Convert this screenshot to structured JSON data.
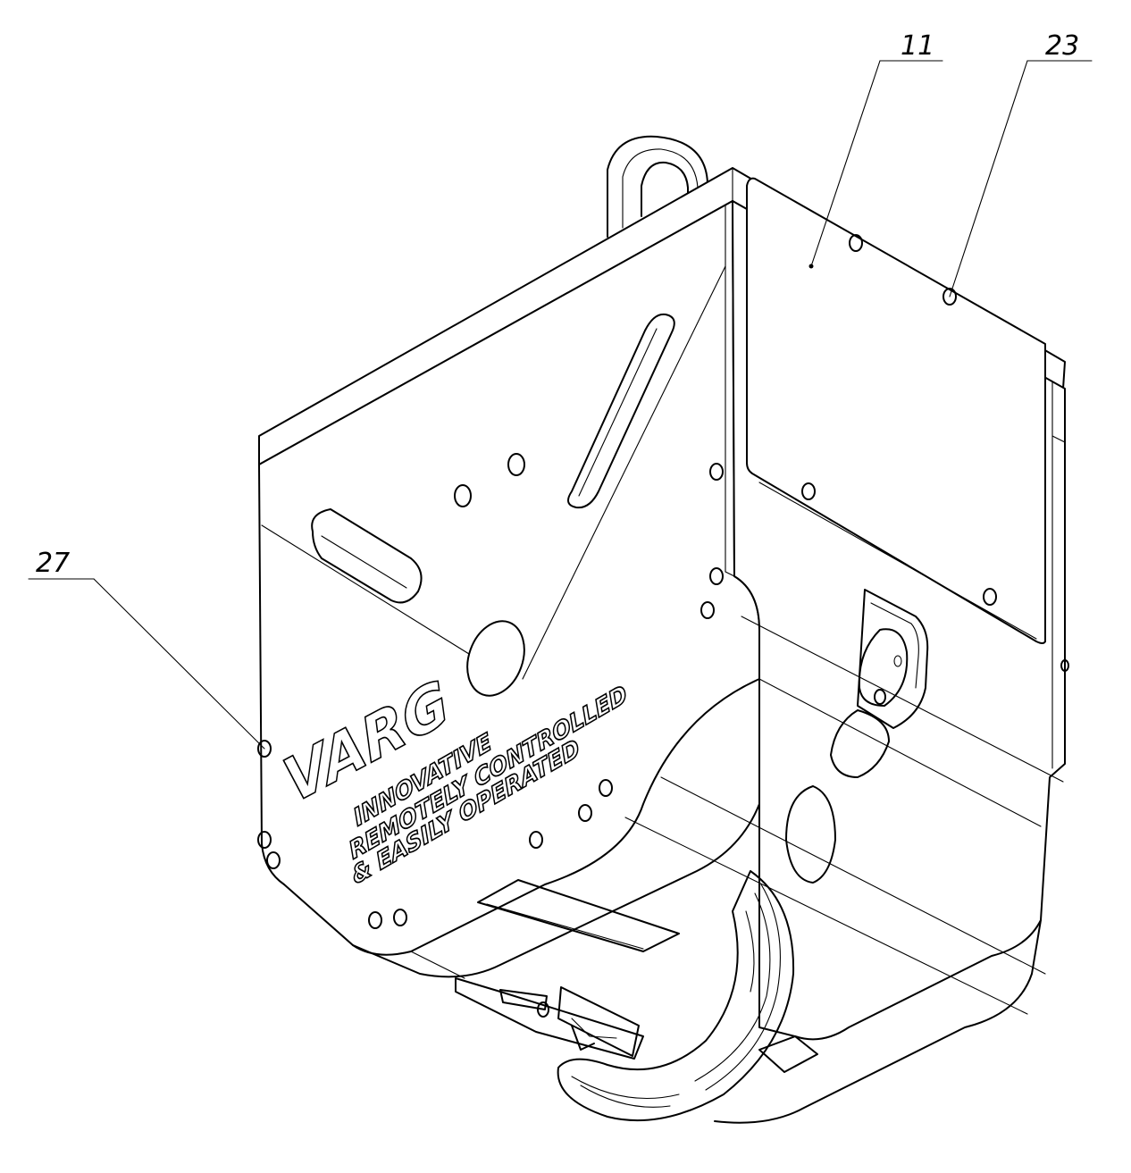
{
  "callouts": [
    {
      "id": "callout-11",
      "label": "11"
    },
    {
      "id": "callout-23",
      "label": "23"
    },
    {
      "id": "callout-27",
      "label": "27"
    }
  ],
  "engraving": {
    "brand": "VARG",
    "line1": "INNOVATIVE",
    "line2": "REMOTELY CONTROLLED",
    "line3": "& EASILY OPERATED"
  }
}
